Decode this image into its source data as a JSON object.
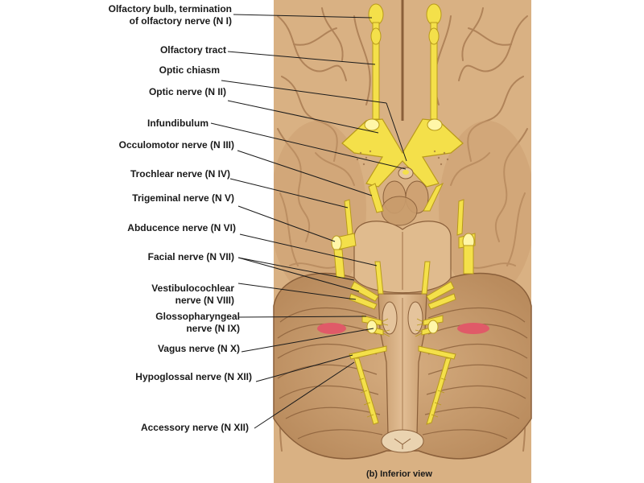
{
  "labels": {
    "olfactory_bulb_1": "Olfactory bulb, termination",
    "olfactory_bulb_2": "of olfactory nerve (N I)",
    "olfactory_tract": "Olfactory tract",
    "optic_chiasm": "Optic chiasm",
    "optic_nerve": "Optic nerve (N II)",
    "infundibulum": "Infundibulum",
    "oculomotor": "Occulomotor nerve (N III)",
    "trochlear": "Trochlear nerve (N IV)",
    "trigeminal": "Trigeminal nerve (N V)",
    "abducence": "Abducence nerve (N VI)",
    "facial": "Facial nerve (N VII)",
    "vestibulocochlear_1": "Vestibulocochlear",
    "vestibulocochlear_2": "nerve (N VIII)",
    "glossopharyngeal_1": "Glossopharyngeal",
    "glossopharyngeal_2": "nerve (N IX)",
    "vagus": "Vagus nerve (N X)",
    "hypoglossal": "Hypoglossal nerve (N XII)",
    "accessory": "Accessory nerve (N XII)"
  },
  "caption": "(b) Inferior view",
  "colors": {
    "brain": "#d9b183",
    "brain_shadow": "#a97c52",
    "nerve": "#f4e04a",
    "nerve_edge": "#b89a1a",
    "vessel": "#e05a68"
  }
}
